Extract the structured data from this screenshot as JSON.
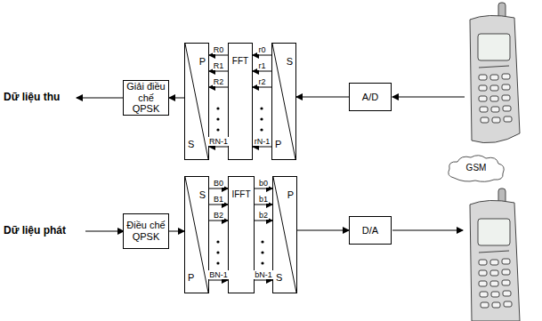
{
  "diagram": {
    "nodes": [
      {
        "text": [
          "Giải điều chế QPSK"
        ]
      },
      {
        "text": [
          "P",
          "S"
        ]
      },
      {
        "text": [
          "FFT"
        ]
      },
      {
        "text": [
          "S",
          "P"
        ]
      },
      {
        "text": [
          "A/D"
        ]
      },
      {
        "text": [
          "GSM"
        ]
      },
      {
        "text": [
          "Điều chế QPSK"
        ]
      },
      {
        "text": [
          "S",
          "P"
        ]
      },
      {
        "text": [
          "IFFT"
        ]
      },
      {
        "text": [
          "P",
          "S"
        ]
      },
      {
        "text": [
          "D/A"
        ]
      }
    ],
    "edges": [
      {
        "from": 1,
        "to": 0,
        "arrow": "to"
      },
      {
        "from": 2,
        "to": 1,
        "label": "R0",
        "arrow": "to"
      },
      {
        "from": 2,
        "to": 1,
        "label": "R1",
        "arrow": "to"
      },
      {
        "from": 2,
        "to": 1,
        "label": "R2",
        "arrow": "to"
      },
      {
        "from": 2,
        "to": 1,
        "label": "RN-1",
        "arrow": "to"
      },
      {
        "from": 4,
        "to": 3,
        "arrow": "to"
      },
      {
        "from": 3,
        "to": 2,
        "label": "r0",
        "arrow": "to"
      },
      {
        "from": 3,
        "to": 2,
        "label": "r1",
        "arrow": "to"
      },
      {
        "from": 3,
        "to": 2,
        "label": "r2",
        "arrow": "to"
      },
      {
        "from": 3,
        "to": 2,
        "label": "rN-1",
        "arrow": "to"
      },
      {
        "from": 6,
        "to": 7,
        "arrow": "to"
      },
      {
        "from": 7,
        "to": 8,
        "label": "B0",
        "arrow": "to"
      },
      {
        "from": 7,
        "to": 8,
        "label": "B1",
        "arrow": "to"
      },
      {
        "from": 7,
        "to": 8,
        "label": "B2",
        "arrow": "to"
      },
      {
        "from": 7,
        "to": 8,
        "label": "BN-1",
        "arrow": "to"
      },
      {
        "from": 8,
        "to": 9,
        "label": "b0",
        "arrow": "to"
      },
      {
        "from": 8,
        "to": 9,
        "label": "b1",
        "arrow": "to"
      },
      {
        "from": 8,
        "to": 9,
        "label": "b2",
        "arrow": "to"
      },
      {
        "from": 8,
        "to": 9,
        "label": "bN-1",
        "arrow": "to"
      },
      {
        "from": 9,
        "to": 10,
        "arrow": "to"
      }
    ],
    "labels": [
      "Dữ liệu thu",
      "Dữ liệu phát"
    ]
  }
}
